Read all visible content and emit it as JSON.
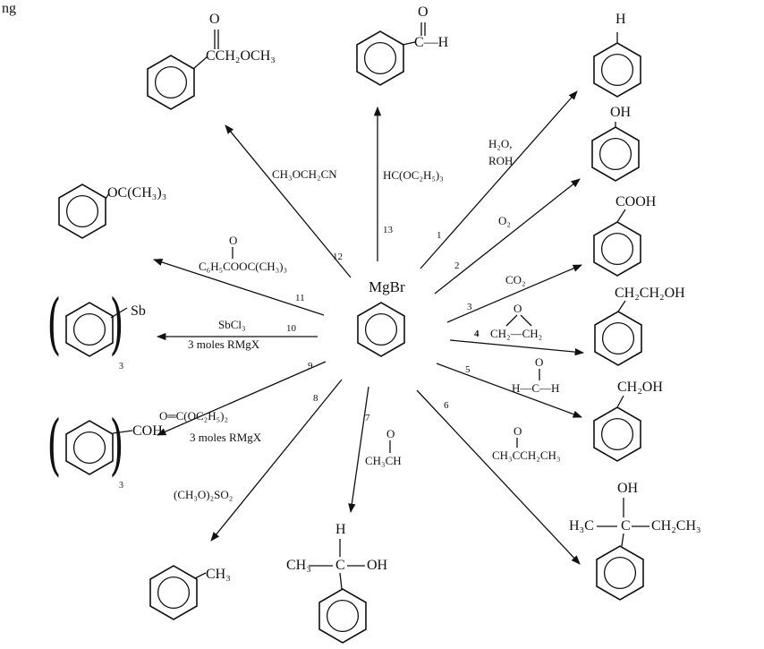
{
  "header": {
    "text": "ng"
  },
  "center": {
    "reagent_label": "MgBr"
  },
  "reactions": [
    {
      "number": "1",
      "reagent_lines": [
        "H2O,",
        "ROH"
      ],
      "product_group": "H"
    },
    {
      "number": "2",
      "reagent_lines": [
        "O2"
      ],
      "product_group": "OH"
    },
    {
      "number": "3",
      "reagent_lines": [
        "CO2"
      ],
      "product_group": "COOH"
    },
    {
      "number": "4",
      "reagent_lines": [
        "O",
        "CH2—CH2"
      ],
      "product_group": "CH2CH2OH"
    },
    {
      "number": "5",
      "reagent_lines": [
        "O",
        "H—C—H"
      ],
      "product_group": "CH2OH"
    },
    {
      "number": "6",
      "reagent_lines": [
        "O",
        "CH3CCH2CH3"
      ],
      "product_group": "OH / H3C—C—CH2CH3"
    },
    {
      "number": "7",
      "reagent_lines": [
        "O",
        "CH3CH"
      ],
      "product_group": "H / CH3—C—OH"
    },
    {
      "number": "8",
      "reagent_lines": [
        "(CH3O)2SO2"
      ],
      "product_group": "CH3"
    },
    {
      "number": "9",
      "reagent_lines": [
        "O═C(OC2H5)2",
        "3 moles RMgX"
      ],
      "product_group": "COH"
    },
    {
      "number": "10",
      "reagent_lines": [
        "SbCl3",
        "3 moles RMgX"
      ],
      "product_group": "Sb"
    },
    {
      "number": "11",
      "reagent_lines": [
        "O",
        "C6H5COOC(CH3)3"
      ],
      "product_group": "OC(CH3)3"
    },
    {
      "number": "12",
      "reagent_lines": [
        "CH3OCH2CN"
      ],
      "product_group": "O / CCH2OCH3"
    },
    {
      "number": "13",
      "reagent_lines": [
        "HC(OC2H5)3"
      ],
      "product_group": "O / C—H"
    }
  ],
  "text": {
    "r1a": "H₂O,",
    "r1b": "ROH",
    "r2": "O₂",
    "r3": "CO₂",
    "r4o": "O",
    "r4": "CH₂—CH₂",
    "r5o": "O",
    "r5": "H—C—H",
    "r6o": "O",
    "r6": "CH₃CCH₂CH₃",
    "r7o": "O",
    "r7": "CH₃CH",
    "r8": "(CH₃O)₂SO₂",
    "r9": "O═C(OC₂H₅)₂",
    "r9b": "3 moles RMgX",
    "r10": "SbCl₃",
    "r10b": "3 moles RMgX",
    "r11o": "O",
    "r11": "C₆H₅COOC(CH₃)₃",
    "r12": "CH₃OCH₂CN",
    "r13": "HC(OC₂H₅)₃",
    "p_h": "H",
    "p_oh": "OH",
    "p_cooh": "COOH",
    "p_ch2ch2oh": "CH₂CH₂OH",
    "p_ch2oh": "CH₂OH",
    "p6oh": "OH",
    "p6a": "H₃C",
    "p6b": "C",
    "p6c": "CH₂CH₃",
    "p7h": "H",
    "p7a": "CH₃",
    "p7b": "C",
    "p7c": "OH",
    "p_ch3": "CH₃",
    "p9": "COH",
    "p9sub": "3",
    "p10": "Sb",
    "p10sub": "3",
    "p11": "OC(CH₃)₃",
    "p12o": "O",
    "p12": "CCH₂OCH₃",
    "p13o": "O",
    "p13": "C—H",
    "n1": "1",
    "n2": "2",
    "n3": "3",
    "n4": "4",
    "n5": "5",
    "n6": "6",
    "n7": "7",
    "n8": "8",
    "n9": "9",
    "n10": "10",
    "n11": "11",
    "n12": "12",
    "n13": "13"
  }
}
